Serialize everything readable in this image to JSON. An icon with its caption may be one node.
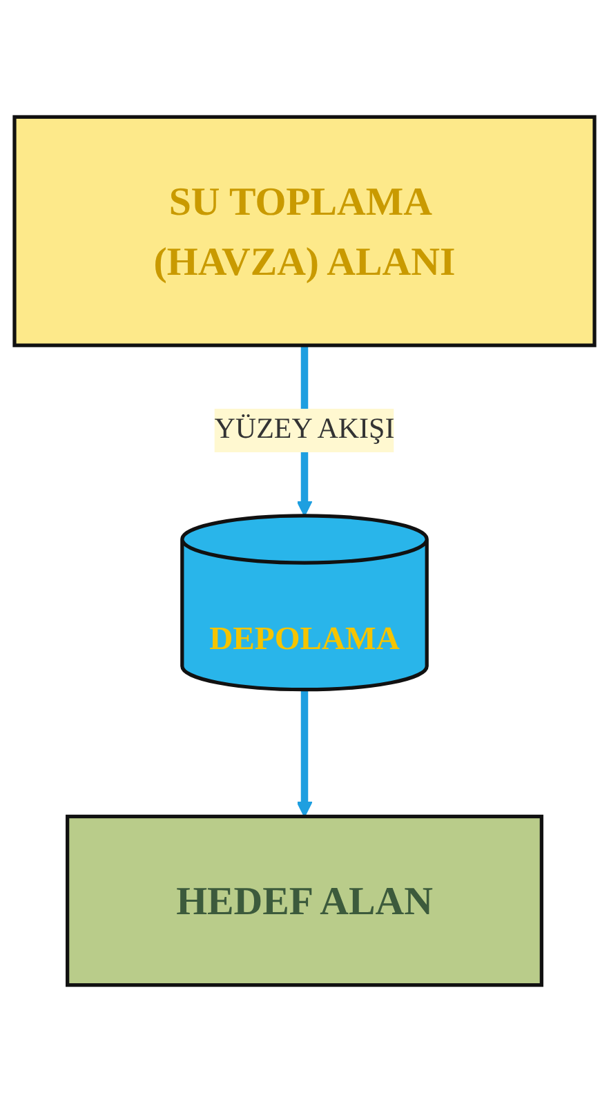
{
  "diagram": {
    "nodes": [
      {
        "text": [
          "SU TOPLAMA (HAVZA) ALANI"
        ]
      },
      {
        "text": [
          "DEPOLAMA"
        ]
      },
      {
        "text": [
          "HEDEF ALAN"
        ]
      }
    ],
    "edges": [
      {
        "from": 0,
        "to": 1,
        "arrow": "to",
        "label": "YÜZEY AKIŞI"
      },
      {
        "from": 1,
        "to": 2,
        "arrow": "to"
      }
    ]
  }
}
